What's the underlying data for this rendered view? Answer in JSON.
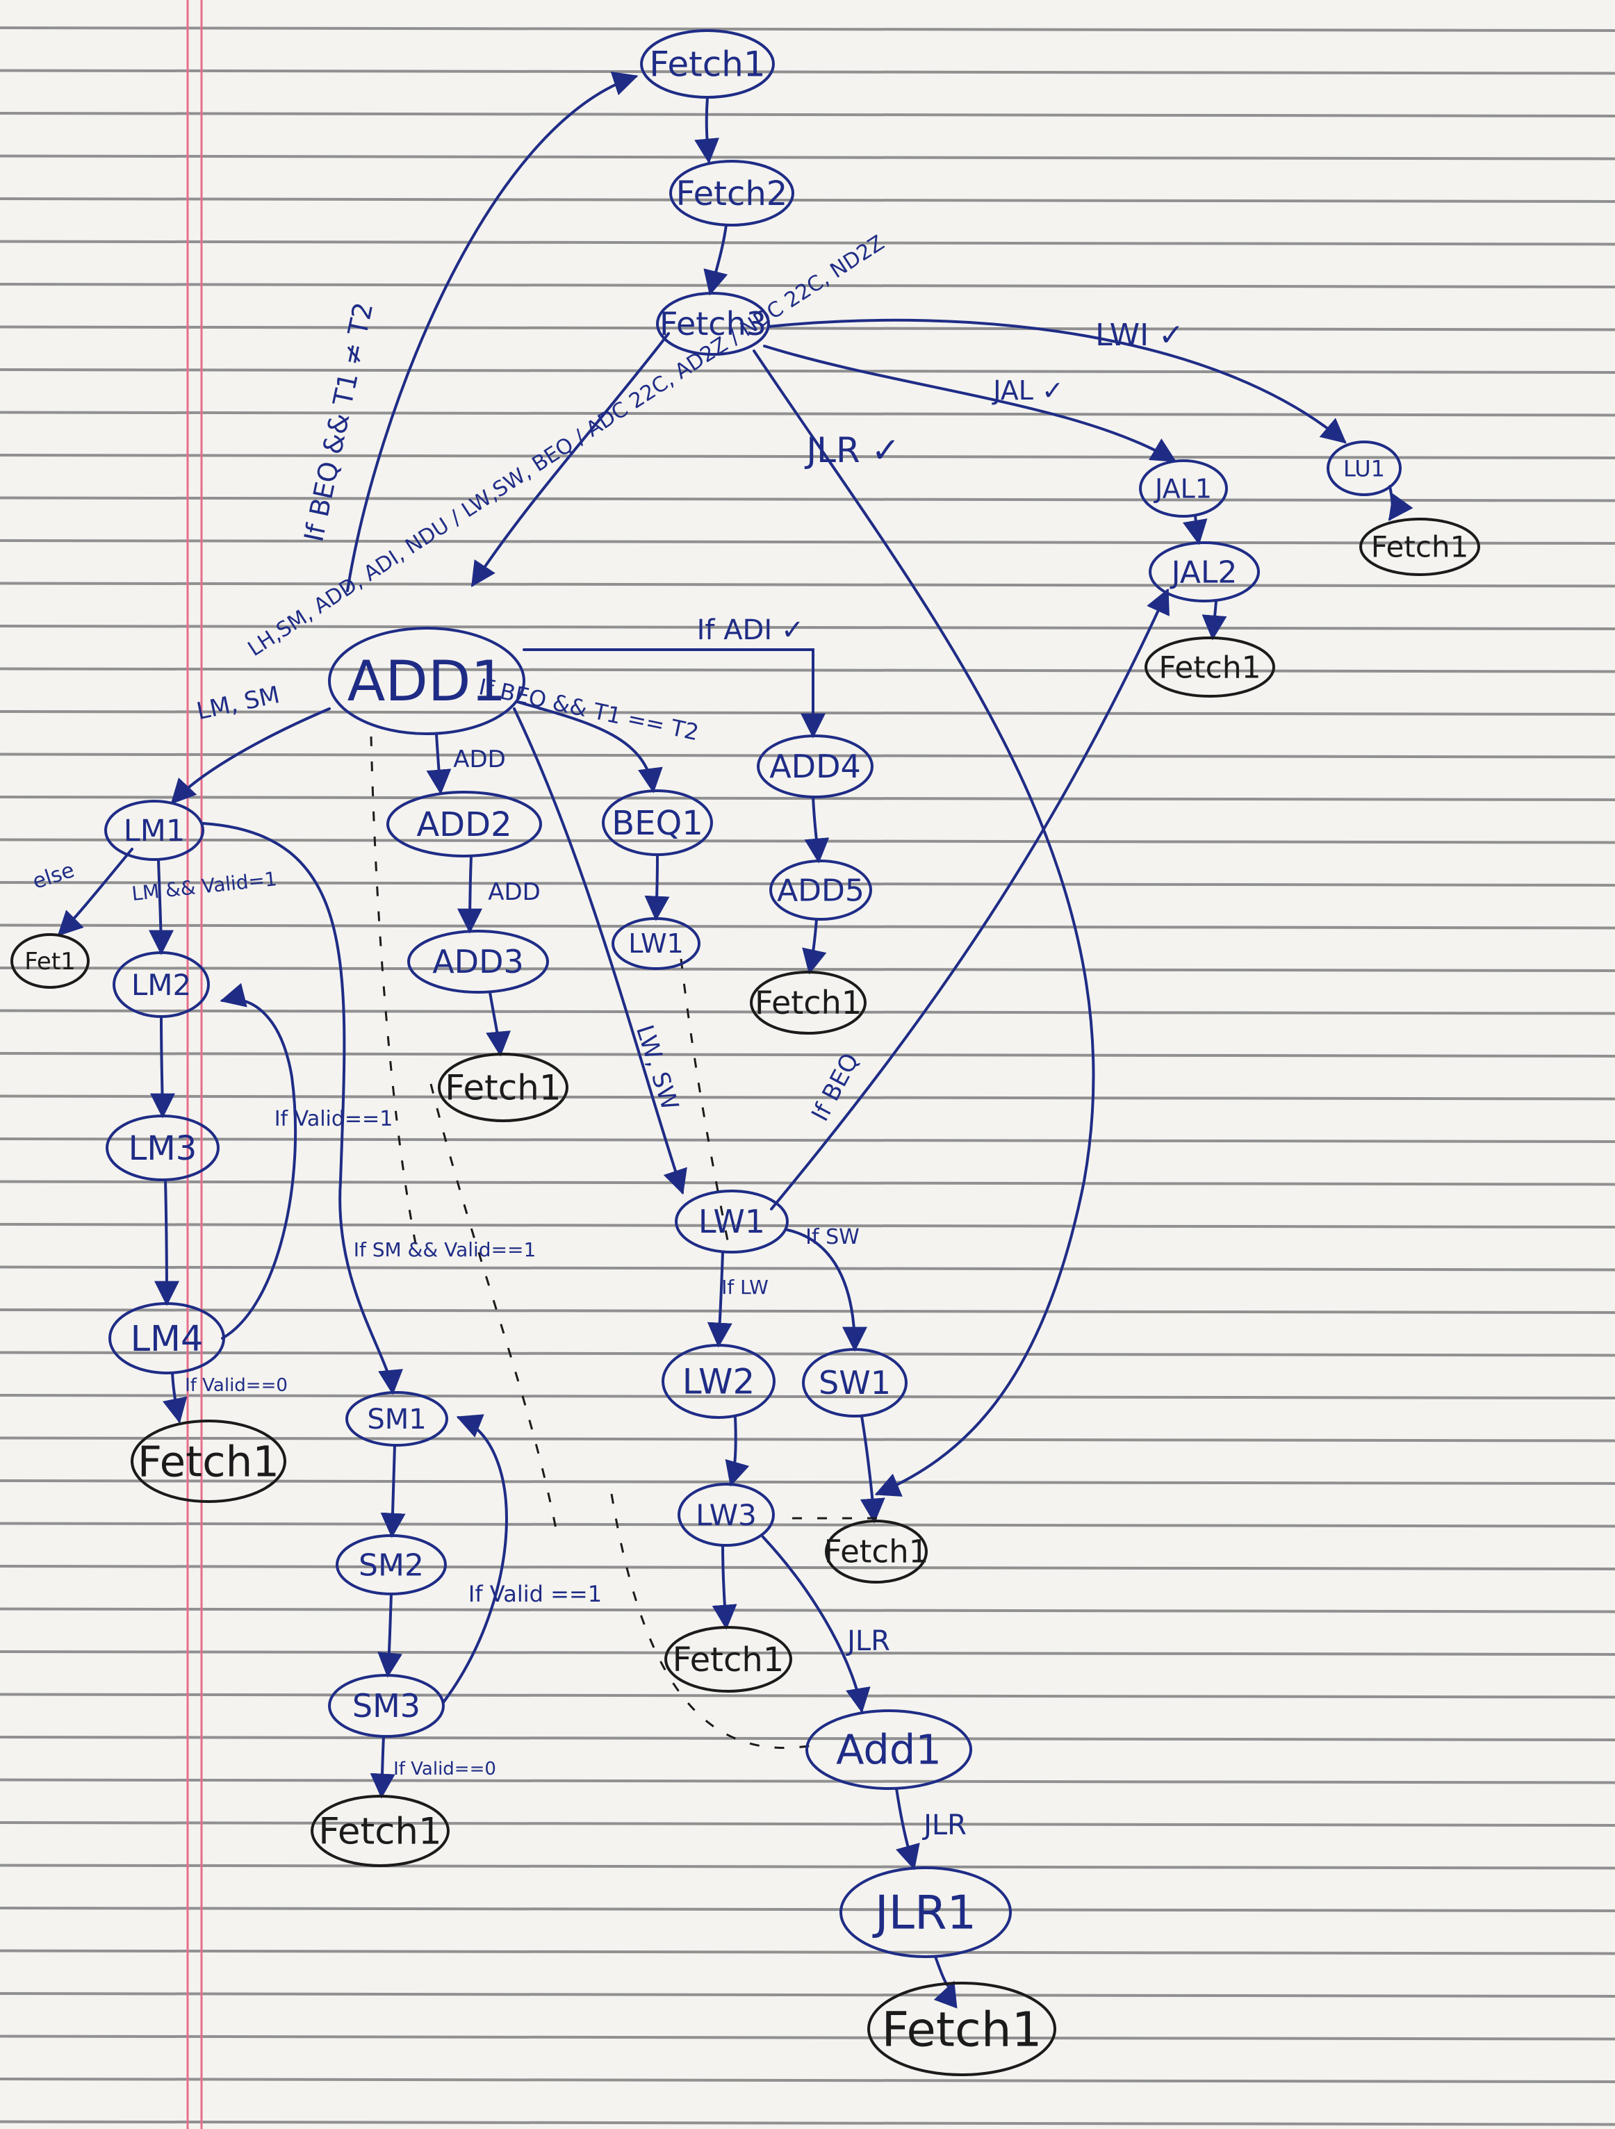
{
  "diagram": {
    "nodes": [
      {
        "id": "fetch1_top",
        "label": "Fetch1"
      },
      {
        "id": "fetch2",
        "label": "Fetch2"
      },
      {
        "id": "fetch3",
        "label": "Fetch3"
      },
      {
        "id": "lui",
        "label": "LU1"
      },
      {
        "id": "lui_fetch",
        "label": "Fetch1"
      },
      {
        "id": "jal1",
        "label": "JAL1"
      },
      {
        "id": "jal2",
        "label": "JAL2"
      },
      {
        "id": "jal_fetch",
        "label": "Fetch1"
      },
      {
        "id": "add1",
        "label": "ADD1"
      },
      {
        "id": "add2",
        "label": "ADD2"
      },
      {
        "id": "add3",
        "label": "ADD3"
      },
      {
        "id": "add3_fetch",
        "label": "Fetch1"
      },
      {
        "id": "beq1",
        "label": "BEQ1"
      },
      {
        "id": "lw1_small",
        "label": "LW1"
      },
      {
        "id": "add4",
        "label": "ADD4"
      },
      {
        "id": "add5",
        "label": "ADD5"
      },
      {
        "id": "add5_fetch",
        "label": "Fetch1"
      },
      {
        "id": "lm1",
        "label": "LM1"
      },
      {
        "id": "lm_fetch_small",
        "label": "Fet1"
      },
      {
        "id": "lm2",
        "label": "LM2"
      },
      {
        "id": "lm3",
        "label": "LM3"
      },
      {
        "id": "lm4",
        "label": "LM4"
      },
      {
        "id": "lm4_fetch",
        "label": "Fetch1"
      },
      {
        "id": "sm1",
        "label": "SM1"
      },
      {
        "id": "sm2",
        "label": "SM2"
      },
      {
        "id": "sm3",
        "label": "SM3"
      },
      {
        "id": "sm3_fetch",
        "label": "Fetch1"
      },
      {
        "id": "lw1",
        "label": "LW1"
      },
      {
        "id": "lw2",
        "label": "LW2"
      },
      {
        "id": "lw3",
        "label": "LW3"
      },
      {
        "id": "lw3_fetch",
        "label": "Fetch1"
      },
      {
        "id": "sw1",
        "label": "SW1"
      },
      {
        "id": "sw1_fetch",
        "label": "Fetch1"
      },
      {
        "id": "add1_jlr",
        "label": "Add1"
      },
      {
        "id": "jlr1",
        "label": "JLR1"
      },
      {
        "id": "jlr_fetch",
        "label": "Fetch1"
      }
    ],
    "edges": [
      {
        "from": "fetch1_top",
        "to": "fetch2",
        "label": ""
      },
      {
        "from": "fetch2",
        "to": "fetch3",
        "label": ""
      },
      {
        "from": "fetch3",
        "to": "lui",
        "label": "LWI ✓"
      },
      {
        "from": "fetch3",
        "to": "jal1",
        "label": "JAL ✓"
      },
      {
        "from": "fetch3",
        "to": "lw3",
        "label": "JLR ✓"
      },
      {
        "from": "fetch3",
        "to": "add1",
        "label": "LH,SM, ADD, ADI, NDU / LW,SW, BEQ / ADC 22C, AD2Z / NDC 22C, ND2Z"
      },
      {
        "from": "lui",
        "to": "lui_fetch",
        "label": ""
      },
      {
        "from": "jal1",
        "to": "jal2",
        "label": ""
      },
      {
        "from": "jal2",
        "to": "jal_fetch",
        "label": ""
      },
      {
        "from": "add1",
        "to": "fetch1_top",
        "label": "If BEQ && T1 ≠ T2"
      },
      {
        "from": "add1",
        "to": "add4",
        "label": "If ADI ✓"
      },
      {
        "from": "add1",
        "to": "beq1",
        "label": "If BEQ && T1 == T2"
      },
      {
        "from": "add1",
        "to": "add2",
        "label": "ADD"
      },
      {
        "from": "add1",
        "to": "lm1",
        "label": "LM, SM"
      },
      {
        "from": "add1",
        "to": "lw1",
        "label": "LW, SW"
      },
      {
        "from": "add2",
        "to": "add3",
        "label": "ADD"
      },
      {
        "from": "add3",
        "to": "add3_fetch",
        "label": ""
      },
      {
        "from": "beq1",
        "to": "lw1_small",
        "label": ""
      },
      {
        "from": "add4",
        "to": "add5",
        "label": ""
      },
      {
        "from": "add5",
        "to": "add5_fetch",
        "label": ""
      },
      {
        "from": "lm1",
        "to": "lm_fetch_small",
        "label": "else"
      },
      {
        "from": "lm1",
        "to": "lm2",
        "label": "LM && Valid=1"
      },
      {
        "from": "lm1",
        "to": "sm1",
        "label": "If SM && Valid==1"
      },
      {
        "from": "lm2",
        "to": "lm3",
        "label": ""
      },
      {
        "from": "lm3",
        "to": "lm4",
        "label": ""
      },
      {
        "from": "lm4",
        "to": "lm2",
        "label": "If Valid==1"
      },
      {
        "from": "lm4",
        "to": "lm4_fetch",
        "label": "If Valid==0"
      },
      {
        "from": "sm1",
        "to": "sm2",
        "label": ""
      },
      {
        "from": "sm2",
        "to": "sm3",
        "label": ""
      },
      {
        "from": "sm3",
        "to": "sm1",
        "label": "If Valid ==1"
      },
      {
        "from": "sm3",
        "to": "sm3_fetch",
        "label": "If Valid==0"
      },
      {
        "from": "lw1",
        "to": "jal2",
        "label": "If BEQ"
      },
      {
        "from": "lw1",
        "to": "lw2",
        "label": "If LW"
      },
      {
        "from": "lw1",
        "to": "sw1",
        "label": "If SW"
      },
      {
        "from": "lw2",
        "to": "lw3",
        "label": ""
      },
      {
        "from": "lw3",
        "to": "lw3_fetch",
        "label": ""
      },
      {
        "from": "lw3",
        "to": "add1_jlr",
        "label": "JLR"
      },
      {
        "from": "sw1",
        "to": "sw1_fetch",
        "label": ""
      },
      {
        "from": "add1_jlr",
        "to": "jlr1",
        "label": "JLR"
      },
      {
        "from": "jlr1",
        "to": "jlr_fetch",
        "label": ""
      }
    ]
  },
  "colors": {
    "paper": "#f4f3ef",
    "rule": "#6f6f72",
    "margin": "#e76d8b",
    "ink": "#1f2c86",
    "black_ink": "#1b1b1b"
  }
}
